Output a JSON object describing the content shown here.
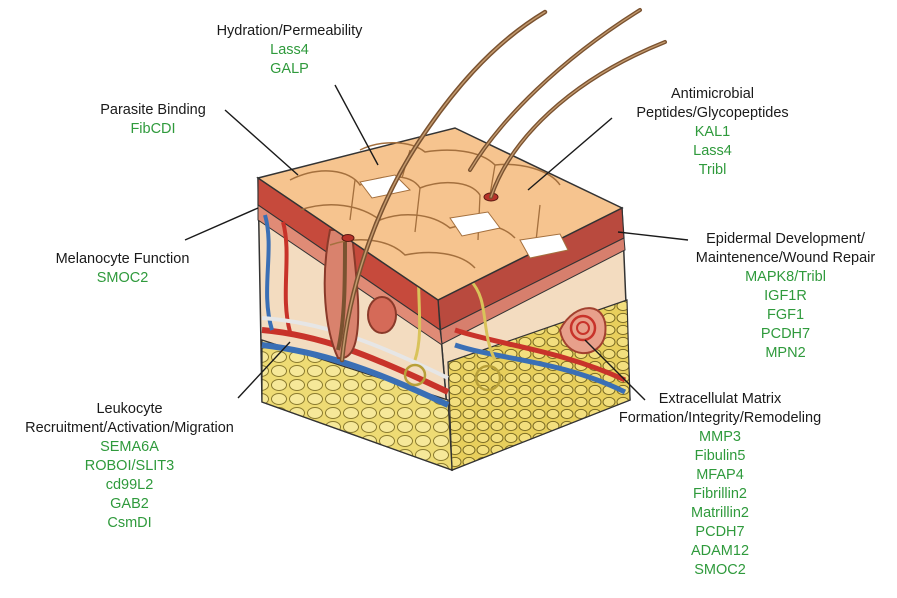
{
  "groups": [
    {
      "key": "hydration",
      "heading": [
        "Hydration/Permeability"
      ],
      "genes": [
        "Lass4",
        "GALP"
      ]
    },
    {
      "key": "parasite",
      "heading": [
        "Parasite Binding"
      ],
      "genes": [
        "FibCDI"
      ]
    },
    {
      "key": "antimicrobial",
      "heading": [
        "Antimicrobial",
        "Peptides/Glycopeptides"
      ],
      "genes": [
        "KAL1",
        "Lass4",
        "Tribl"
      ]
    },
    {
      "key": "melanocyte",
      "heading": [
        "Melanocyte Function"
      ],
      "genes": [
        "SMOC2"
      ]
    },
    {
      "key": "epidermal",
      "heading": [
        "Epidermal Development/",
        "Maintenence/Wound Repair"
      ],
      "genes": [
        "MAPK8/Tribl",
        "IGF1R",
        "FGF1",
        "PCDH7",
        "MPN2"
      ]
    },
    {
      "key": "leukocyte",
      "heading": [
        "Leukocyte",
        "Recruitment/Activation/Migration"
      ],
      "genes": [
        "SEMA6A",
        "ROBOI/SLIT3",
        "cd99L2",
        "GAB2",
        "CsmDI"
      ]
    },
    {
      "key": "ecm",
      "heading": [
        "Extracellulat Matrix",
        "Formation/Integrity/Remodeling"
      ],
      "genes": [
        "MMP3",
        "Fibulin5",
        "MFAP4",
        "Fibrillin2",
        "Matrillin2",
        "PCDH7",
        "ADAM12",
        "SMOC2"
      ]
    }
  ],
  "colors": {
    "gene_text": "#2f9a3c",
    "heading_text": "#1a1a1a",
    "epidermis": "#f6c48f",
    "dermis": "#f3dcc0",
    "fat": "#f1df7c",
    "vessel_red": "#c8332a",
    "vessel_blue": "#3a6fb5",
    "hair": "#7a5230"
  },
  "illustration": "skin-cross-section"
}
